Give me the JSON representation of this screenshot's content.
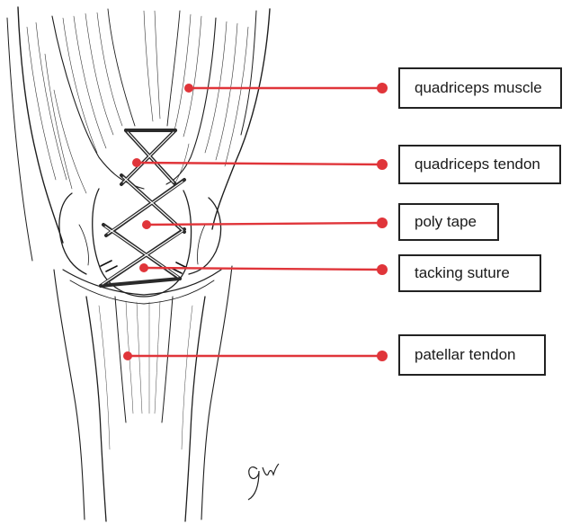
{
  "figure": {
    "labels": [
      {
        "id": "quadriceps-muscle",
        "text": "quadriceps muscle"
      },
      {
        "id": "quadriceps-tendon",
        "text": "quadriceps tendon"
      },
      {
        "id": "poly-tape",
        "text": "poly  tape"
      },
      {
        "id": "tacking-suture",
        "text": "tacking suture"
      },
      {
        "id": "patellar-tendon",
        "text": "patellar tendon"
      }
    ],
    "signature": "gw",
    "leader_color": "#e0353a"
  }
}
